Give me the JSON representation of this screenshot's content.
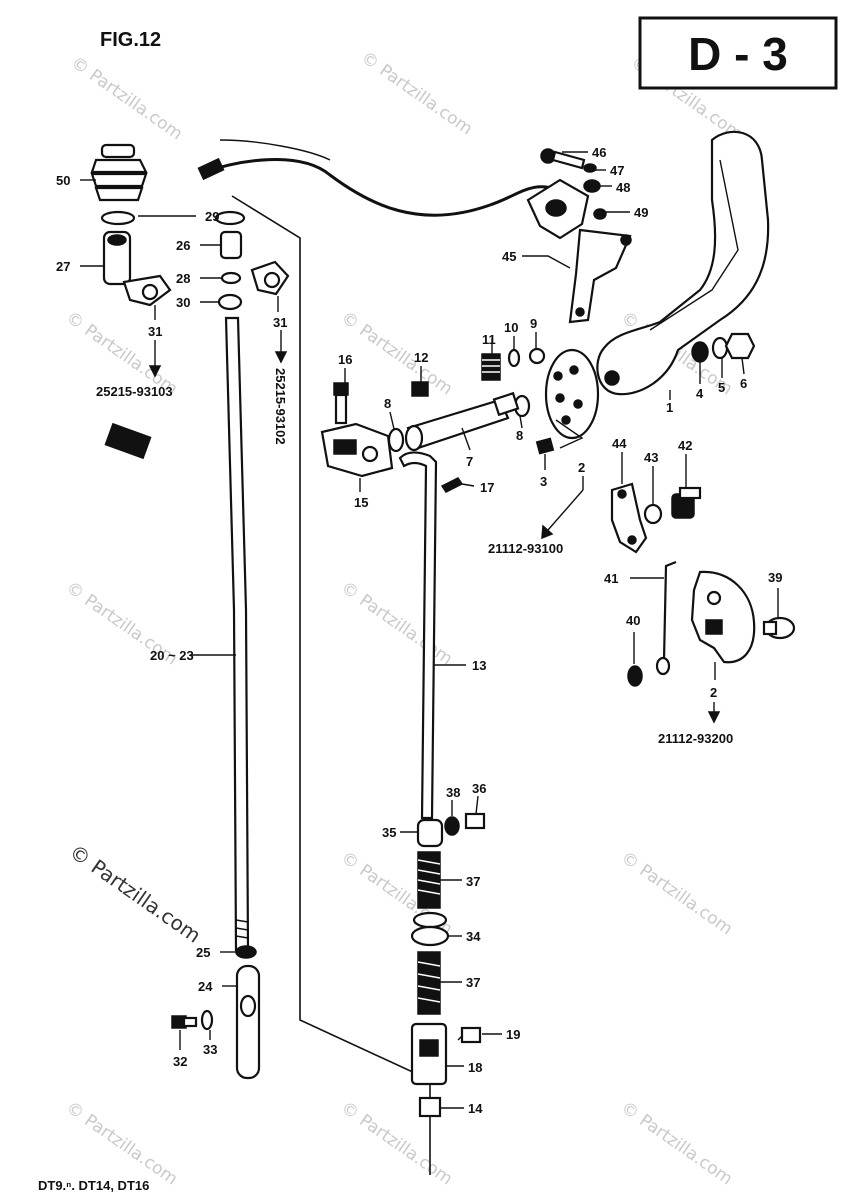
{
  "figure": {
    "label": "FIG.12",
    "code": "D - 3"
  },
  "watermark": "© Partzilla.com",
  "models": "DT9.ⁿ. DT14, DT16",
  "part_numbers": {
    "pn_25215_93103": "25215-93103",
    "pn_25215_93102": "25215-93102",
    "pn_21112_93100": "21112-93100",
    "pn_21112_93200": "21112-93200"
  },
  "callouts": {
    "c1": "1",
    "c2a": "2",
    "c2b": "2",
    "c3": "3",
    "c4": "4",
    "c5": "5",
    "c6": "6",
    "c7": "7",
    "c8a": "8",
    "c8b": "8",
    "c9": "9",
    "c10": "10",
    "c11": "11",
    "c12": "12",
    "c13": "13",
    "c14": "14",
    "c15": "15",
    "c16": "16",
    "c17": "17",
    "c18": "18",
    "c19": "19",
    "c20_23": "20 ~ 23",
    "c24": "24",
    "c25": "25",
    "c26": "26",
    "c27": "27",
    "c28": "28",
    "c29": "29",
    "c30": "30",
    "c31a": "31",
    "c31b": "31",
    "c32": "32",
    "c33": "33",
    "c34": "34",
    "c35": "35",
    "c36": "36",
    "c37a": "37",
    "c37b": "37",
    "c38": "38",
    "c39": "39",
    "c40": "40",
    "c41": "41",
    "c42": "42",
    "c43": "43",
    "c44": "44",
    "c45": "45",
    "c46": "46",
    "c47": "47",
    "c48": "48",
    "c49": "49",
    "c50": "50"
  },
  "colors": {
    "ink": "#111111",
    "paper": "#ffffff",
    "watermark": "#c9c9c9"
  }
}
